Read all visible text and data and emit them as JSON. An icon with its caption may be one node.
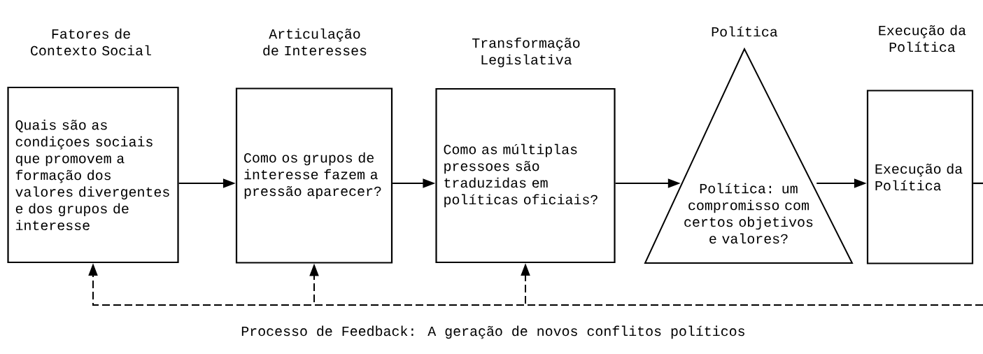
{
  "diagram": {
    "nodes": [
      {
        "text": [
          "Fatores de Contexto Social",
          "Quais são as condiçoes sociais que promovem a formação dos valores divergentes e dos grupos de interesse"
        ]
      },
      {
        "text": [
          "Articulação de Interesses",
          "Como os grupos de interesse fazem a pressão aparecer?"
        ]
      },
      {
        "text": [
          "Transformação Legislativa",
          "Como as múltiplas pressoes são traduzidas em políticas oficiais?"
        ]
      },
      {
        "text": [
          "Política",
          "Política: um compromisso com certos objetivos e valores?"
        ]
      },
      {
        "text": [
          "Execução da Política",
          "Execução da Política"
        ]
      }
    ],
    "edges": [
      {
        "from": 0,
        "to": 1,
        "arrow": "to"
      },
      {
        "from": 1,
        "to": 2,
        "arrow": "to"
      },
      {
        "from": 2,
        "to": 3,
        "arrow": "to"
      },
      {
        "from": 3,
        "to": 4,
        "arrow": "to"
      },
      {
        "from": 4,
        "to": null,
        "arrow": "none"
      },
      {
        "from": null,
        "to": 0,
        "arrow": "to",
        "style": "dashed"
      },
      {
        "from": null,
        "to": 1,
        "arrow": "to",
        "style": "dashed"
      },
      {
        "from": null,
        "to": 2,
        "arrow": "to",
        "style": "dashed"
      }
    ],
    "labels": [
      "Processo de Feedback: A geração de novos conflitos políticos"
    ]
  }
}
